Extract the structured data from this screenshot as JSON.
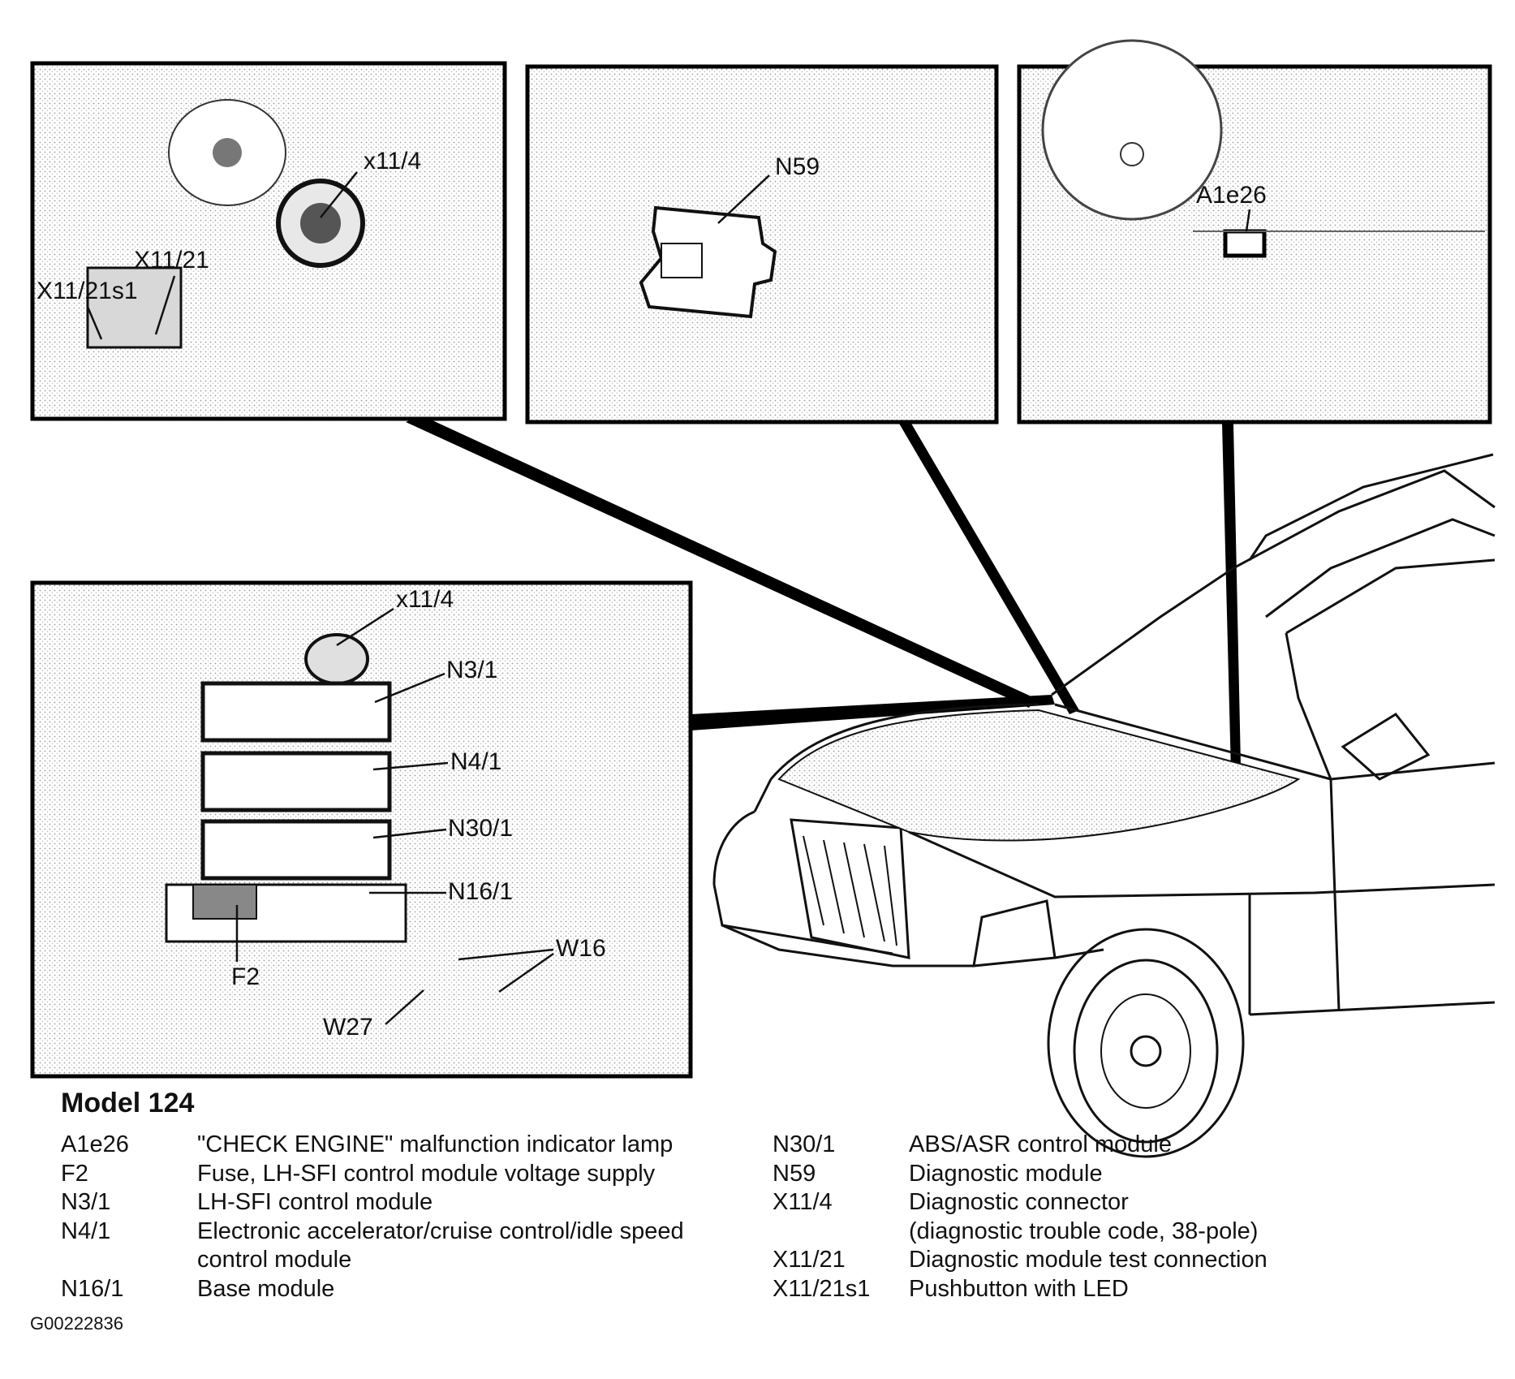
{
  "title": "Model 124",
  "figure_id": "G00222836",
  "callouts": {
    "box1": [
      "x11/4",
      "X11/21",
      "X11/21s1"
    ],
    "box2": [
      "N59"
    ],
    "box3": [
      "A1e26"
    ],
    "box4": [
      "x11/4",
      "N3/1",
      "N4/1",
      "N30/1",
      "N16/1",
      "F2",
      "W16",
      "W27"
    ]
  },
  "legend_left": [
    {
      "code": "A1e26",
      "desc": "\"CHECK ENGINE\" malfunction indicator lamp"
    },
    {
      "code": "F2",
      "desc": "Fuse, LH-SFI control module voltage supply"
    },
    {
      "code": "N3/1",
      "desc": "LH-SFI control module"
    },
    {
      "code": "N4/1",
      "desc": "Electronic accelerator/cruise control/idle speed\ncontrol module"
    },
    {
      "code": "N16/1",
      "desc": "Base module"
    }
  ],
  "legend_right": [
    {
      "code": "N30/1",
      "desc": "ABS/ASR control module"
    },
    {
      "code": "N59",
      "desc": "Diagnostic module"
    },
    {
      "code": "X11/4",
      "desc": "Diagnostic connector\n(diagnostic trouble code, 38-pole)"
    },
    {
      "code": "X11/21",
      "desc": "Diagnostic module test connection"
    },
    {
      "code": "X11/21s1",
      "desc": "Pushbutton with LED"
    }
  ]
}
